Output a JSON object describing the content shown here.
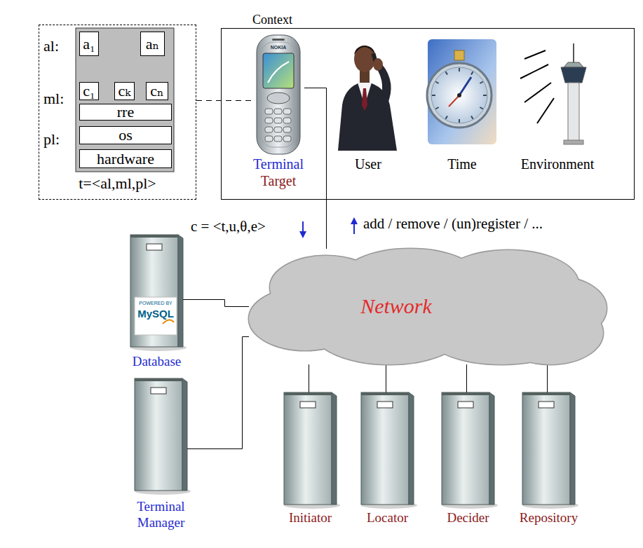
{
  "diagram": {
    "nodes": [
      {
        "text": [
          "t=<al,ml,pl>"
        ]
      },
      {
        "text": [
          "a₁"
        ],
        "in": 0
      },
      {
        "text": [
          "aₙ"
        ],
        "in": 0
      },
      {
        "text": [
          "c₁"
        ],
        "in": 0
      },
      {
        "text": [
          "cₖ"
        ],
        "in": 0
      },
      {
        "text": [
          "cₙ"
        ],
        "in": 0
      },
      {
        "text": [
          "rre"
        ],
        "in": 0
      },
      {
        "text": [
          "os"
        ],
        "in": 0
      },
      {
        "text": [
          "hardware"
        ],
        "in": 0
      },
      {
        "text": [
          "Context"
        ]
      },
      {
        "text": [
          "Terminal",
          "Target"
        ],
        "in": 9
      },
      {
        "text": [
          "User"
        ],
        "in": 9
      },
      {
        "text": [
          "Time"
        ],
        "in": 9
      },
      {
        "text": [
          "Environment"
        ],
        "in": 9
      },
      {
        "text": [
          "Network"
        ]
      },
      {
        "text": [
          "Database"
        ]
      },
      {
        "text": [
          "Terminal Manager"
        ]
      },
      {
        "text": [
          "Initiator"
        ]
      },
      {
        "text": [
          "Locator"
        ]
      },
      {
        "text": [
          "Decider"
        ]
      },
      {
        "text": [
          "Repository"
        ]
      }
    ],
    "edges": [
      {
        "from": 0,
        "to": 10,
        "arrow": "none"
      },
      {
        "from": 10,
        "to": 14,
        "arrow": "none"
      },
      {
        "from": 15,
        "to": 14,
        "arrow": "none"
      },
      {
        "from": 16,
        "to": 14,
        "arrow": "none"
      },
      {
        "from": 17,
        "to": 14,
        "arrow": "none"
      },
      {
        "from": 18,
        "to": 14,
        "arrow": "none"
      },
      {
        "from": 19,
        "to": 14,
        "arrow": "none"
      },
      {
        "from": 20,
        "to": 14,
        "arrow": "none"
      }
    ],
    "labels": [
      "al:",
      "ml:",
      "pl:",
      "c = <t,u,θ,e>",
      "add / remove / (un)register / ...",
      "NOKIA",
      "POWERED BY",
      "MySQL"
    ]
  }
}
